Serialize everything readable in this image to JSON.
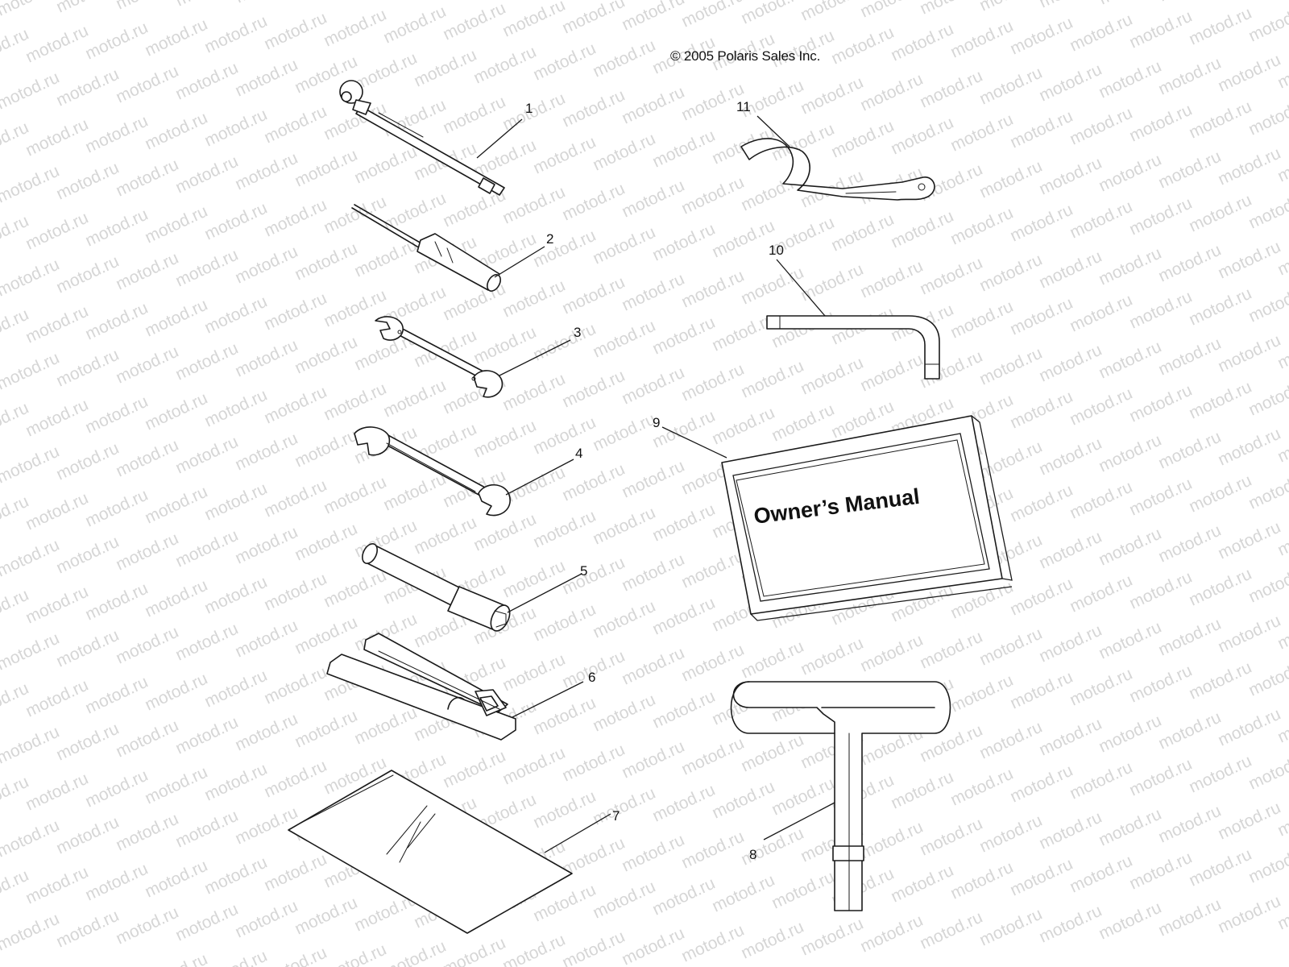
{
  "copyright": "© 2005 Polaris Sales Inc.",
  "watermark": "motod.ru",
  "manual_cover_text": "Owner’s Manual",
  "callouts": [
    {
      "id": "1",
      "label": "1"
    },
    {
      "id": "2",
      "label": "2"
    },
    {
      "id": "3",
      "label": "3"
    },
    {
      "id": "4",
      "label": "4"
    },
    {
      "id": "5",
      "label": "5"
    },
    {
      "id": "6",
      "label": "6"
    },
    {
      "id": "7",
      "label": "7"
    },
    {
      "id": "8",
      "label": "8"
    },
    {
      "id": "9",
      "label": "9"
    },
    {
      "id": "10",
      "label": "10"
    },
    {
      "id": "11",
      "label": "11"
    }
  ],
  "colors": {
    "line": "#1a1a1a",
    "watermark": "#d6d6d6",
    "background": "#ffffff"
  }
}
